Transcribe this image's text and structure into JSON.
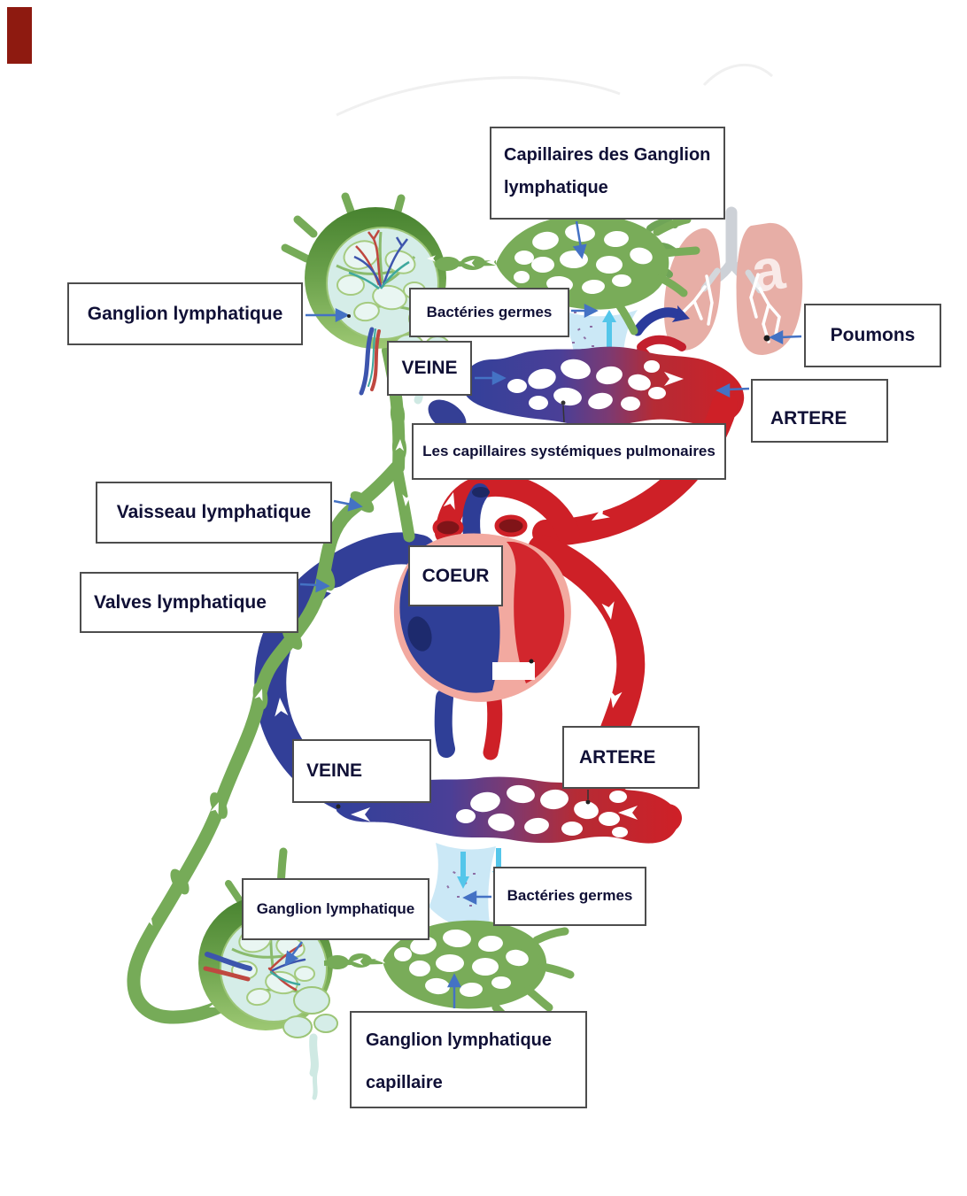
{
  "diagram": {
    "type": "lymphatic-and-blood-circulation-diagram",
    "labels": {
      "capillaires_ganglion": "Capillaires des Ganglion lymphatique",
      "ganglion_top": "Ganglion lymphatique",
      "bacteries_top": "Bactéries germes",
      "veine_top": "VEINE",
      "poumons": "Poumons",
      "artere_top": "ARTERE",
      "capillaires_systemiques": "Les capillaires systémiques pulmonaires",
      "vaisseau": "Vaisseau lymphatique",
      "valves": "Valves lymphatique",
      "coeur": "COEUR",
      "veine_bottom": "VEINE",
      "artere_bottom": "ARTERE",
      "ganglion_bottom": "Ganglion lymphatique",
      "bacteries_bottom": "Bactéries germes",
      "ganglion_capillaire_line1": "Ganglion lymphatique",
      "ganglion_capillaire_line2": "capillaire"
    },
    "colors": {
      "label_arrow_blue": "#4472c4",
      "lymph_green": "#79ac59",
      "vein_blue": "#32409a",
      "artery_red": "#ce2027",
      "heart_pink": "#f2a9a0",
      "lung_pink": "#e7aea6",
      "node_inner_pale": "#d5ede8",
      "fluid_light_blue": "#cbe8f6",
      "cyan_arrow": "#54c6ea",
      "box_border_gray": "#4d4d4d",
      "label_text": "#101036",
      "corner_mark_red": "#8e1a10"
    }
  }
}
